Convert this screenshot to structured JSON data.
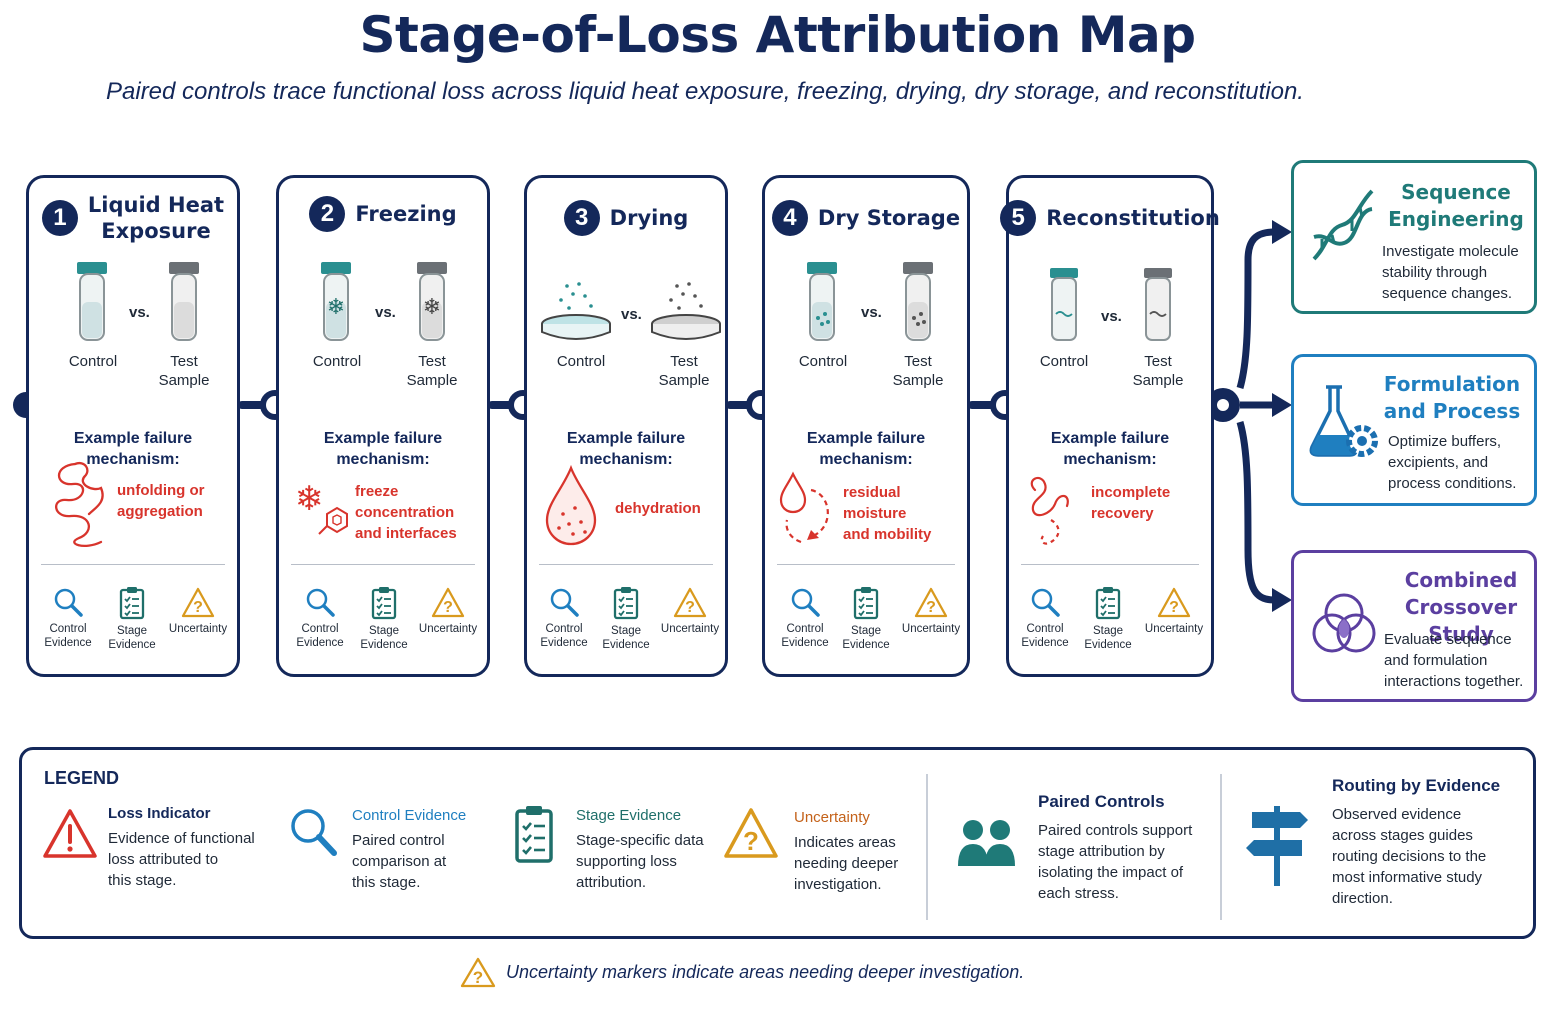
{
  "title": "Stage-of-Loss Attribution Map",
  "subtitle": "Paired controls trace functional loss across liquid heat exposure, freezing, drying, dry storage, and reconstitution.",
  "colors": {
    "navy": "#14285a",
    "teal": "#1f8a8a",
    "red": "#d8342c",
    "amber": "#d99a1e",
    "blue": "#1f7fc0",
    "purple": "#5b3fa0",
    "gray": "#7b8088"
  },
  "common": {
    "vs": "vs.",
    "control": "Control",
    "test_line1": "Test",
    "test_line2": "Sample",
    "failure_line1": "Example failure",
    "failure_line2": "mechanism:",
    "ev_control_1": "Control",
    "ev_control_2": "Evidence",
    "ev_stage_1": "Stage",
    "ev_stage_2": "Evidence",
    "ev_uncertainty": "Uncertainty"
  },
  "stages": [
    {
      "number": "1",
      "title_line1": "Liquid Heat",
      "title_line2": "Exposure",
      "mechanism_line1": "unfolding or",
      "mechanism_line2": "aggregation",
      "icon": "protein-chain-icon"
    },
    {
      "number": "2",
      "title_line1": "Freezing",
      "title_line2": "",
      "mechanism_line1": "freeze concentration",
      "mechanism_line2": "and interfaces",
      "icon": "snowflake-molecule-icon"
    },
    {
      "number": "3",
      "title_line1": "Drying",
      "title_line2": "",
      "mechanism_line1": "dehydration",
      "mechanism_line2": "",
      "icon": "droplet-icon"
    },
    {
      "number": "4",
      "title_line1": "Dry Storage",
      "title_line2": "",
      "mechanism_line1": "residual moisture",
      "mechanism_line2": "and mobility",
      "icon": "moisture-cycle-icon"
    },
    {
      "number": "5",
      "title_line1": "Reconstitution",
      "title_line2": "",
      "mechanism_line1": "incomplete",
      "mechanism_line2": "recovery",
      "icon": "partial-fold-icon"
    }
  ],
  "routes": [
    {
      "title_line1": "Sequence",
      "title_line2": "Engineering",
      "desc": [
        "Investigate molecule",
        "stability through",
        "sequence changes."
      ],
      "icon": "dna-icon"
    },
    {
      "title_line1": "Formulation",
      "title_line2": "and Process",
      "desc": [
        "Optimize buffers,",
        "excipients, and",
        "process conditions."
      ],
      "icon": "flask-gear-icon"
    },
    {
      "title_line1": "Combined",
      "title_line2": "Crossover Study",
      "desc": [
        "Evaluate sequence",
        "and formulation",
        "interactions together."
      ],
      "icon": "venn-icon"
    }
  ],
  "legend": {
    "title": "LEGEND",
    "items": [
      {
        "name": "Loss Indicator",
        "desc": [
          "Evidence of functional",
          "loss attributed to",
          "this stage."
        ],
        "icon": "warning-triangle-icon"
      },
      {
        "name": "Control Evidence",
        "desc": [
          "Paired control",
          "comparison at",
          "this stage."
        ],
        "icon": "magnifier-icon"
      },
      {
        "name": "Stage Evidence",
        "desc": [
          "Stage-specific data",
          "supporting loss",
          "attribution."
        ],
        "icon": "clipboard-check-icon"
      },
      {
        "name": "Uncertainty",
        "desc": [
          "Indicates areas",
          "needing deeper",
          "investigation."
        ],
        "icon": "question-triangle-icon"
      },
      {
        "name": "Paired Controls",
        "desc": [
          "Paired controls support",
          "stage attribution by",
          "isolating the impact of",
          "each stress."
        ],
        "icon": "people-icon"
      },
      {
        "name": "Routing by Evidence",
        "desc": [
          "Observed evidence",
          "across stages guides",
          "routing decisions to the",
          "most informative study",
          "direction."
        ],
        "icon": "signpost-icon"
      }
    ]
  },
  "footnote": "Uncertainty markers indicate areas needing deeper investigation."
}
